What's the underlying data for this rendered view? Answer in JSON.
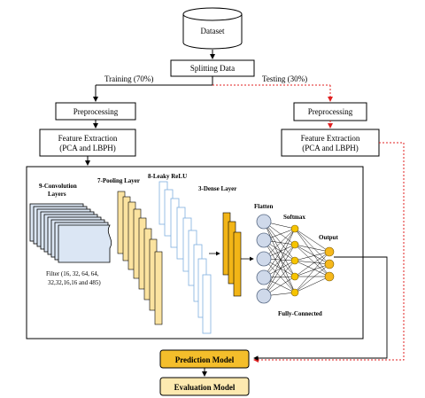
{
  "nodes": {
    "dataset": "Dataset",
    "splitting": "Splitting Data",
    "training": "Training (70%)",
    "testing": "Testing (30%)",
    "preprocess_left": "Preprocessing",
    "preprocess_right": "Preprocessing",
    "feature_left_line1": "Feature Extraction",
    "feature_left_line2": "(PCA and LBPH)",
    "feature_right_line1": "Feature Extraction",
    "feature_right_line2": "(PCA and LBPH)",
    "prediction": "Prediction Model",
    "evaluation": "Evaluation Model"
  },
  "cnn": {
    "conv_label_1": "9-Convolution",
    "conv_label_2": "Layers",
    "pool_label": "7-Pooling Layer",
    "relu_label": "8-Leaky ReLU",
    "dense_label": "3-Dense Layer",
    "flatten_label": "Flatten",
    "softmax_label": "Softmax",
    "output_label": "Output",
    "fc_label": "Fully-Connected",
    "filter_line1": "Filter (16, 32, 64, 64,",
    "filter_line2": "32,32,16,16 and 485)"
  },
  "colors": {
    "pool_fill": "#fbe3a0",
    "relu_stroke": "#7fb0e0",
    "dense_fill": "#f2b517",
    "conv_fill": "#dbe6f4",
    "node_fill": "#cfd9ea",
    "output_fill": "#f6b81c",
    "prediction_fill": "#f4be2b",
    "evaluation_fill": "#fde9b0",
    "dashed_red": "#e02020"
  }
}
